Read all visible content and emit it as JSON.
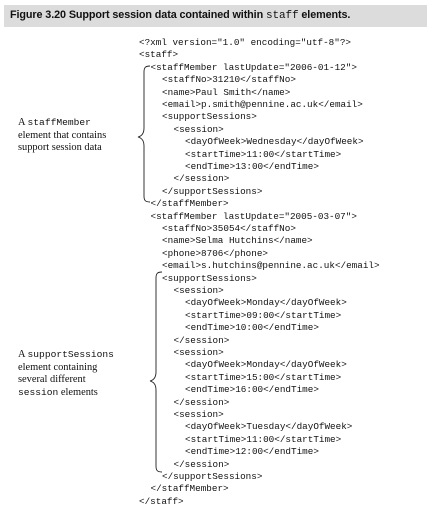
{
  "caption": {
    "figure_label": "Figure 3.20",
    "text_before": "Support session data contained within",
    "element_name": "staff",
    "text_after": "elements."
  },
  "code_lines": [
    "<?xml version=\"1.0\" encoding=\"utf-8\"?>",
    "<staff>",
    "<staffMember lastUpdate=\"2006-01-12\">",
    "<staffNo>31210</staffNo>",
    "<name>Paul Smith</name>",
    "<email>p.smith@pennine.ac.uk</email>",
    "<supportSessions>",
    "<session>",
    "<dayOfWeek>Wednesday</dayOfWeek>",
    "<startTime>11:00</startTime>",
    "<endTime>13:00</endTime>",
    "</session>",
    "</supportSessions>",
    "</staffMember>",
    "<staffMember lastUpdate=\"2005-03-07\">",
    "<staffNo>35054</staffNo>",
    "<name>Selma Hutchins</name>",
    "<phone>8706</phone>",
    "<email>s.hutchins@pennine.ac.uk</email>",
    "<supportSessions>",
    "<session>",
    "<dayOfWeek>Monday</dayOfWeek>",
    "<startTime>09:00</startTime>",
    "<endTime>10:00</endTime>",
    "</session>",
    "<session>",
    "<dayOfWeek>Monday</dayOfWeek>",
    "<startTime>15:00</startTime>",
    "<endTime>16:00</endTime>",
    "</session>",
    "<session>",
    "<dayOfWeek>Tuesday</dayOfWeek>",
    "<startTime>11:00</startTime>",
    "<endTime>12:00</endTime>",
    "</session>",
    "</supportSessions>",
    "</staffMember>",
    "</staff>"
  ],
  "annotations": {
    "first": {
      "line1_prefix": "A",
      "line1_code": "staffMember",
      "line2": "element that contains",
      "line3": "support session data"
    },
    "second": {
      "line1_prefix": "A",
      "line1_code": "supportSessions",
      "line2": "element containing",
      "line3": "several different",
      "line4_code": "session",
      "line4_suffix": "elements"
    }
  },
  "colors": {
    "caption_background": "#dcdcdc",
    "text": "#111111"
  }
}
